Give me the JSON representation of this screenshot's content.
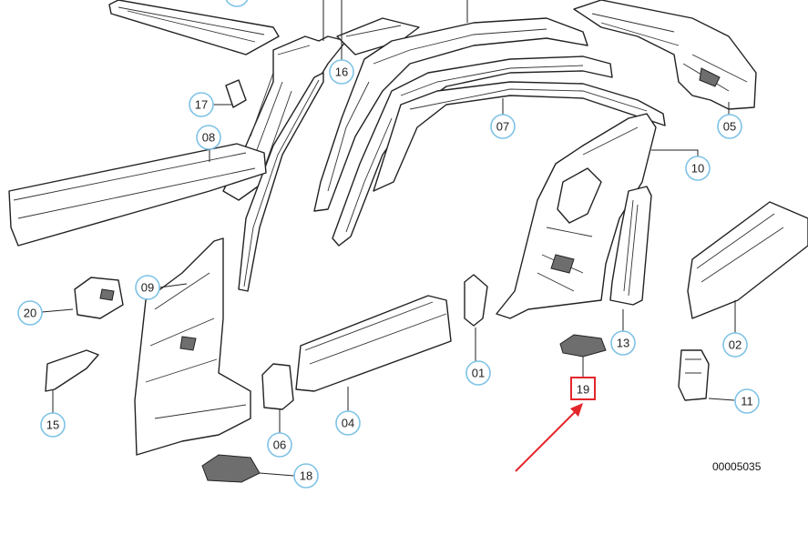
{
  "diagram": {
    "reference_code": "00005035",
    "highlight_color": "#e3262b",
    "callout_ring_color": "#7ec3e6",
    "callouts": [
      {
        "id": "c01",
        "label": "01"
      },
      {
        "id": "c02",
        "label": "02"
      },
      {
        "id": "c04",
        "label": "04"
      },
      {
        "id": "c05",
        "label": "05"
      },
      {
        "id": "c06",
        "label": "06"
      },
      {
        "id": "c07",
        "label": "07"
      },
      {
        "id": "c08",
        "label": "08"
      },
      {
        "id": "c09",
        "label": "09"
      },
      {
        "id": "c10",
        "label": "10"
      },
      {
        "id": "c11",
        "label": "11"
      },
      {
        "id": "c13",
        "label": "13"
      },
      {
        "id": "c15",
        "label": "15"
      },
      {
        "id": "c16",
        "label": "16"
      },
      {
        "id": "c17",
        "label": "17"
      },
      {
        "id": "c18",
        "label": "18"
      },
      {
        "id": "c20",
        "label": "20"
      }
    ],
    "highlighted": {
      "label": "19"
    }
  }
}
